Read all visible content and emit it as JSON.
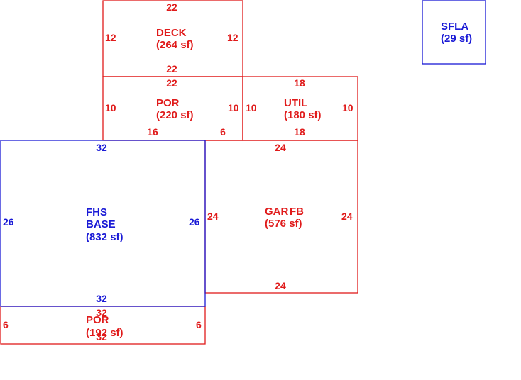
{
  "colors": {
    "area": "#e01b1b",
    "living": "#1a1ad6"
  },
  "areas": {
    "deck": {
      "name": "DECK",
      "area": "(264 sf)",
      "top": "22",
      "bottom": "22",
      "left": "12",
      "right": "12"
    },
    "porch_upper": {
      "name": "POR",
      "area": "(220 sf)",
      "top": "22",
      "bottom_left": "16",
      "bottom_right": "6",
      "left": "10",
      "right": "10"
    },
    "util": {
      "name": "UTIL",
      "area": "(180 sf)",
      "top": "18",
      "bottom": "18",
      "left": "10",
      "right": "10"
    },
    "fhs_base": {
      "name_line1": "FHS",
      "name_line2": "BASE",
      "area": "(832 sf)",
      "top": "32",
      "bottom": "32",
      "left": "26",
      "right": "26"
    },
    "garage": {
      "name_a": "GAR",
      "name_b": "FB",
      "name_overlap": "GAR FB",
      "area": "(576 sf)",
      "top": "24",
      "bottom": "24",
      "left": "24",
      "right": "24"
    },
    "porch_lower": {
      "name": "POR",
      "area": "(192 sf)",
      "top": "32",
      "bottom": "32",
      "left": "6",
      "right": "6"
    },
    "sfla": {
      "name": "SFLA",
      "area": "(29 sf)"
    }
  }
}
